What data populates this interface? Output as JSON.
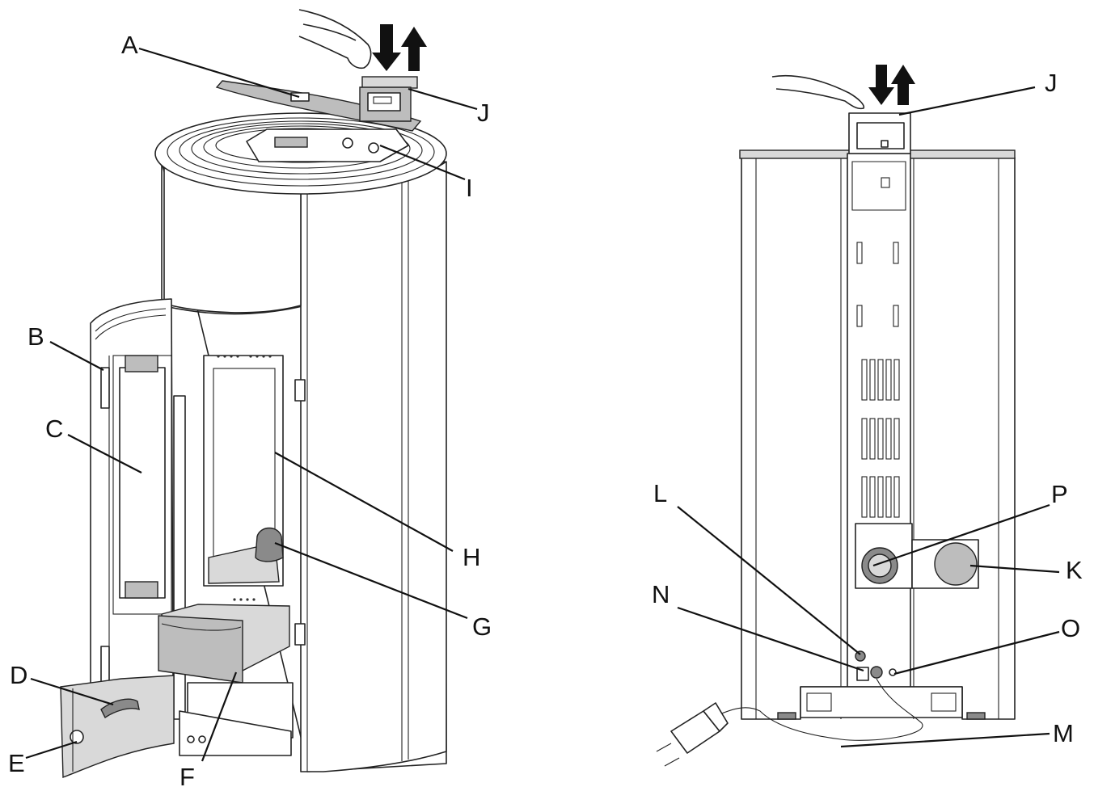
{
  "callouts": {
    "A": "A",
    "B": "B",
    "C": "C",
    "D": "D",
    "E": "E",
    "F": "F",
    "G": "G",
    "H": "H",
    "I": "I",
    "J": "J",
    "J2": "J",
    "K": "K",
    "L": "L",
    "M": "M",
    "N": "N",
    "O": "O",
    "P": "P"
  },
  "colors": {
    "line": "#111111",
    "panel_grey": "#bdbdbd",
    "dark_grey": "#8a8a8a",
    "light_grey": "#d9d9d9"
  },
  "icons": [
    "hand-icon",
    "down-arrow-icon",
    "up-arrow-icon",
    "power-plug-icon"
  ]
}
